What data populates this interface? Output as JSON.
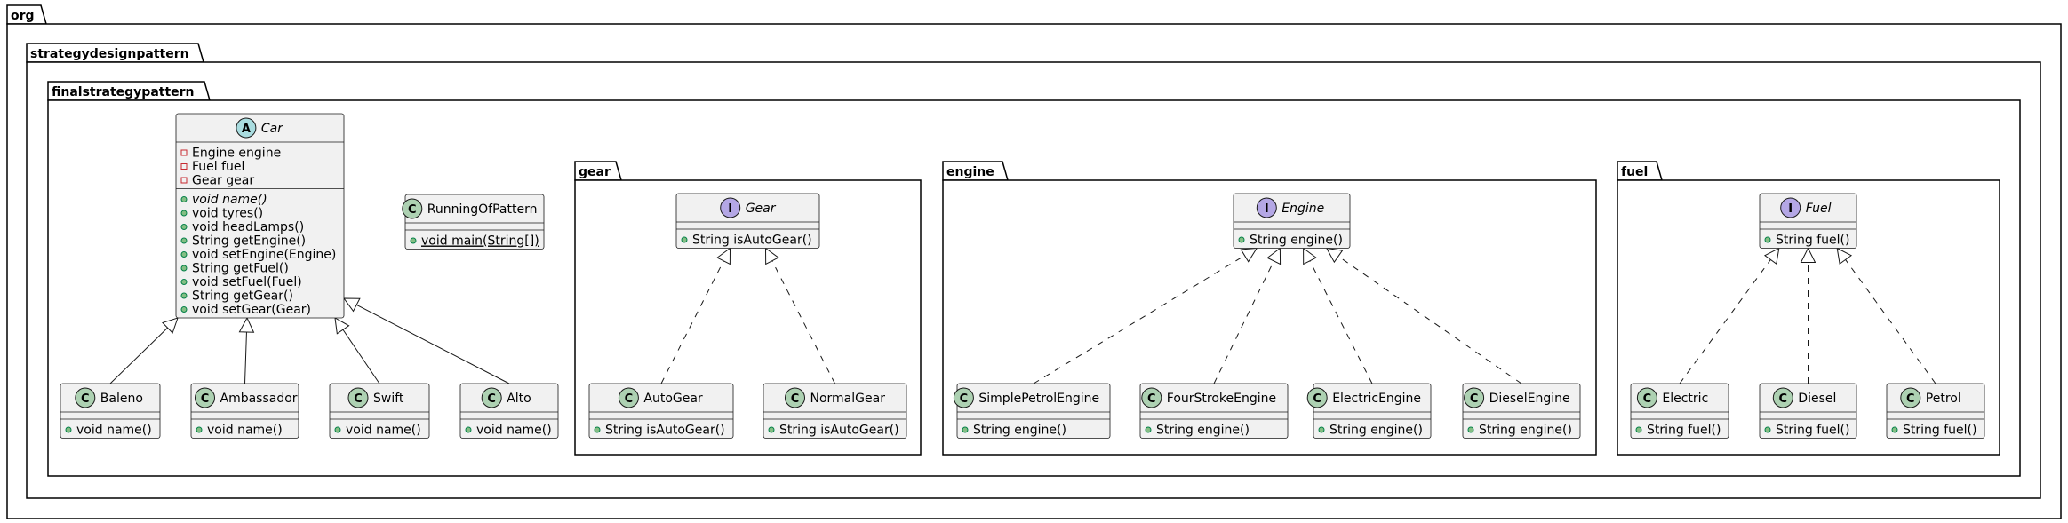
{
  "packages": [
    {
      "id": "org",
      "name": "org"
    },
    {
      "id": "strategydesignpattern",
      "name": "strategydesignpattern"
    },
    {
      "id": "finalstrategypattern",
      "name": "finalstrategypattern"
    },
    {
      "id": "gear",
      "name": "gear"
    },
    {
      "id": "engine",
      "name": "engine"
    },
    {
      "id": "fuel",
      "name": "fuel"
    }
  ],
  "classes": [
    {
      "id": "car",
      "name": "Car",
      "kind": "abstract",
      "stereo_letter": "A",
      "stereo_color": "#a9dcdf",
      "fields": [
        {
          "vis": "private",
          "text": "Engine engine"
        },
        {
          "vis": "private",
          "text": "Fuel fuel"
        },
        {
          "vis": "private",
          "text": "Gear gear"
        }
      ],
      "methods": [
        {
          "vis": "public",
          "text": "void name()",
          "style": "italic"
        },
        {
          "vis": "public",
          "text": "void tyres()"
        },
        {
          "vis": "public",
          "text": "void headLamps()"
        },
        {
          "vis": "public",
          "text": "String getEngine()"
        },
        {
          "vis": "public",
          "text": "void setEngine(Engine)"
        },
        {
          "vis": "public",
          "text": "String getFuel()"
        },
        {
          "vis": "public",
          "text": "void setFuel(Fuel)"
        },
        {
          "vis": "public",
          "text": "String getGear()"
        },
        {
          "vis": "public",
          "text": "void setGear(Gear)"
        }
      ]
    },
    {
      "id": "running",
      "name": "RunningOfPattern",
      "kind": "class",
      "stereo_letter": "C",
      "stereo_color": "#add1b2",
      "fields": [],
      "methods": [
        {
          "vis": "public",
          "text": "void main(String[])",
          "style": "underline"
        }
      ]
    },
    {
      "id": "baleno",
      "name": "Baleno",
      "kind": "class",
      "stereo_letter": "C",
      "stereo_color": "#add1b2",
      "fields": [],
      "methods": [
        {
          "vis": "public",
          "text": "void name()"
        }
      ]
    },
    {
      "id": "ambassador",
      "name": "Ambassador",
      "kind": "class",
      "stereo_letter": "C",
      "stereo_color": "#add1b2",
      "fields": [],
      "methods": [
        {
          "vis": "public",
          "text": "void name()"
        }
      ]
    },
    {
      "id": "swift",
      "name": "Swift",
      "kind": "class",
      "stereo_letter": "C",
      "stereo_color": "#add1b2",
      "fields": [],
      "methods": [
        {
          "vis": "public",
          "text": "void name()"
        }
      ]
    },
    {
      "id": "alto",
      "name": "Alto",
      "kind": "class",
      "stereo_letter": "C",
      "stereo_color": "#add1b2",
      "fields": [],
      "methods": [
        {
          "vis": "public",
          "text": "void name()"
        }
      ]
    },
    {
      "id": "gear_if",
      "name": "Gear",
      "kind": "interface",
      "stereo_letter": "I",
      "stereo_color": "#b4a7e5",
      "fields": [],
      "methods": [
        {
          "vis": "public",
          "text": "String isAutoGear()"
        }
      ]
    },
    {
      "id": "autogear",
      "name": "AutoGear",
      "kind": "class",
      "stereo_letter": "C",
      "stereo_color": "#add1b2",
      "fields": [],
      "methods": [
        {
          "vis": "public",
          "text": "String isAutoGear()"
        }
      ]
    },
    {
      "id": "normalgear",
      "name": "NormalGear",
      "kind": "class",
      "stereo_letter": "C",
      "stereo_color": "#add1b2",
      "fields": [],
      "methods": [
        {
          "vis": "public",
          "text": "String isAutoGear()"
        }
      ]
    },
    {
      "id": "engine_if",
      "name": "Engine",
      "kind": "interface",
      "stereo_letter": "I",
      "stereo_color": "#b4a7e5",
      "fields": [],
      "methods": [
        {
          "vis": "public",
          "text": "String engine()"
        }
      ]
    },
    {
      "id": "simplepetrol",
      "name": "SimplePetrolEngine",
      "kind": "class",
      "stereo_letter": "C",
      "stereo_color": "#add1b2",
      "fields": [],
      "methods": [
        {
          "vis": "public",
          "text": "String engine()"
        }
      ]
    },
    {
      "id": "fourstroke",
      "name": "FourStrokeEngine",
      "kind": "class",
      "stereo_letter": "C",
      "stereo_color": "#add1b2",
      "fields": [],
      "methods": [
        {
          "vis": "public",
          "text": "String engine()"
        }
      ]
    },
    {
      "id": "electricengine",
      "name": "ElectricEngine",
      "kind": "class",
      "stereo_letter": "C",
      "stereo_color": "#add1b2",
      "fields": [],
      "methods": [
        {
          "vis": "public",
          "text": "String engine()"
        }
      ]
    },
    {
      "id": "dieselengine",
      "name": "DieselEngine",
      "kind": "class",
      "stereo_letter": "C",
      "stereo_color": "#add1b2",
      "fields": [],
      "methods": [
        {
          "vis": "public",
          "text": "String engine()"
        }
      ]
    },
    {
      "id": "fuel_if",
      "name": "Fuel",
      "kind": "interface",
      "stereo_letter": "I",
      "stereo_color": "#b4a7e5",
      "fields": [],
      "methods": [
        {
          "vis": "public",
          "text": "String fuel()"
        }
      ]
    },
    {
      "id": "electric",
      "name": "Electric",
      "kind": "class",
      "stereo_letter": "C",
      "stereo_color": "#add1b2",
      "fields": [],
      "methods": [
        {
          "vis": "public",
          "text": "String fuel()"
        }
      ]
    },
    {
      "id": "diesel",
      "name": "Diesel",
      "kind": "class",
      "stereo_letter": "C",
      "stereo_color": "#add1b2",
      "fields": [],
      "methods": [
        {
          "vis": "public",
          "text": "String fuel()"
        }
      ]
    },
    {
      "id": "petrol",
      "name": "Petrol",
      "kind": "class",
      "stereo_letter": "C",
      "stereo_color": "#add1b2",
      "fields": [],
      "methods": [
        {
          "vis": "public",
          "text": "String fuel()"
        }
      ]
    }
  ],
  "relations": [
    {
      "from": "baleno",
      "to": "car",
      "type": "extends"
    },
    {
      "from": "ambassador",
      "to": "car",
      "type": "extends"
    },
    {
      "from": "swift",
      "to": "car",
      "type": "extends"
    },
    {
      "from": "alto",
      "to": "car",
      "type": "extends"
    },
    {
      "from": "autogear",
      "to": "gear_if",
      "type": "implements"
    },
    {
      "from": "normalgear",
      "to": "gear_if",
      "type": "implements"
    },
    {
      "from": "simplepetrol",
      "to": "engine_if",
      "type": "implements"
    },
    {
      "from": "fourstroke",
      "to": "engine_if",
      "type": "implements"
    },
    {
      "from": "electricengine",
      "to": "engine_if",
      "type": "implements"
    },
    {
      "from": "dieselengine",
      "to": "engine_if",
      "type": "implements"
    },
    {
      "from": "electric",
      "to": "fuel_if",
      "type": "implements"
    },
    {
      "from": "diesel",
      "to": "fuel_if",
      "type": "implements"
    },
    {
      "from": "petrol",
      "to": "fuel_if",
      "type": "implements"
    }
  ]
}
